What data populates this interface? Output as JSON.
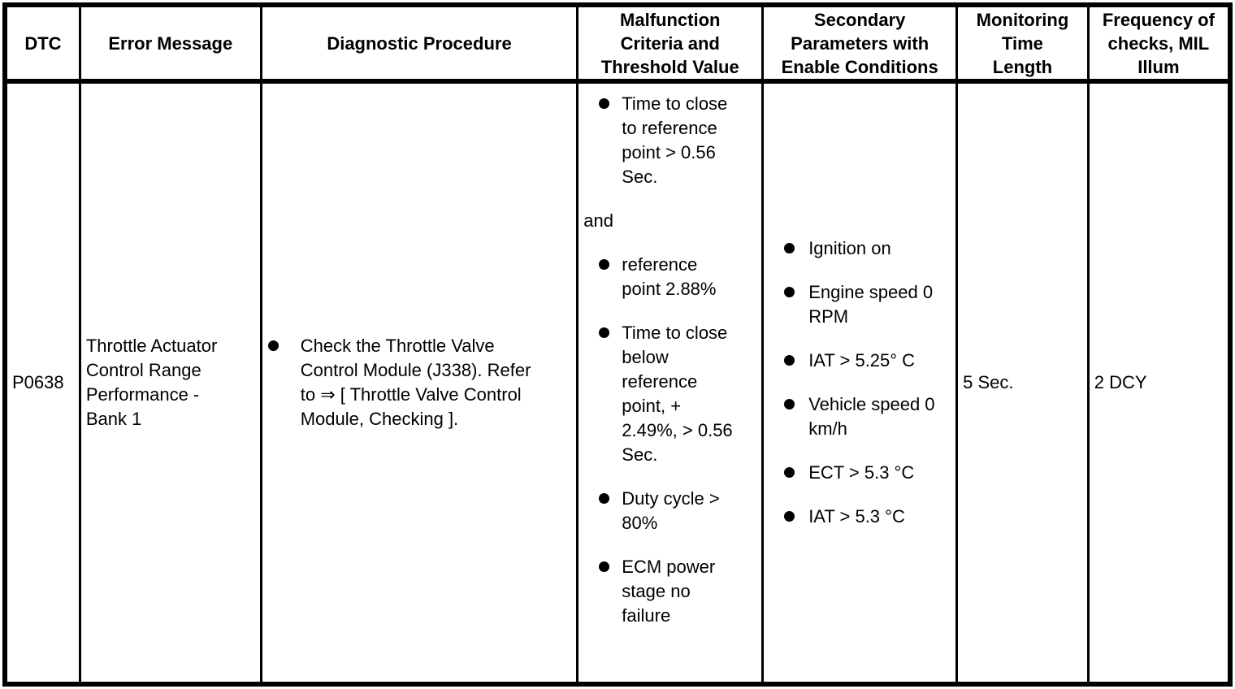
{
  "table": {
    "columns": [
      {
        "label": "DTC"
      },
      {
        "label": "Error Message"
      },
      {
        "label": "Diagnostic Procedure"
      },
      {
        "label": "Malfunction\nCriteria and\nThreshold Value"
      },
      {
        "label": "Secondary\nParameters with\nEnable Conditions"
      },
      {
        "label": "Monitoring\nTime\nLength"
      },
      {
        "label": "Frequency of\nchecks, MIL\nIllum"
      }
    ],
    "row": {
      "dtc": "P0638",
      "error_message": "Throttle Actuator\nControl Range\nPerformance -\nBank 1",
      "diagnostic_procedure": {
        "items": [
          {
            "text": "Check the Throttle Valve\nControl Module (J338). Refer\nto ⇒ [ Throttle Valve Control\nModule, Checking ]."
          }
        ]
      },
      "malfunction_criteria": {
        "items": [
          {
            "bullet": true,
            "text": "Time to close\nto reference\npoint > 0.56\nSec."
          },
          {
            "bullet": false,
            "text": "and"
          },
          {
            "bullet": true,
            "text": "reference\npoint 2.88%"
          },
          {
            "bullet": true,
            "text": "Time to close\nbelow\nreference\npoint, +\n2.49%, > 0.56\nSec."
          },
          {
            "bullet": true,
            "text": "Duty cycle >\n80%"
          },
          {
            "bullet": true,
            "text": "ECM power\nstage no\nfailure"
          }
        ]
      },
      "secondary_parameters": {
        "items": [
          {
            "text": "Ignition on"
          },
          {
            "text": "Engine speed 0\nRPM"
          },
          {
            "text": "IAT > 5.25° C"
          },
          {
            "text": "Vehicle speed 0\nkm/h"
          },
          {
            "text": "ECT > 5.3 °C"
          },
          {
            "text": "IAT > 5.3 °C"
          }
        ]
      },
      "monitoring_time": "5 Sec.",
      "frequency": "2 DCY"
    }
  },
  "colors": {
    "background": "#ffffff",
    "border": "#000000",
    "text": "#000000"
  }
}
